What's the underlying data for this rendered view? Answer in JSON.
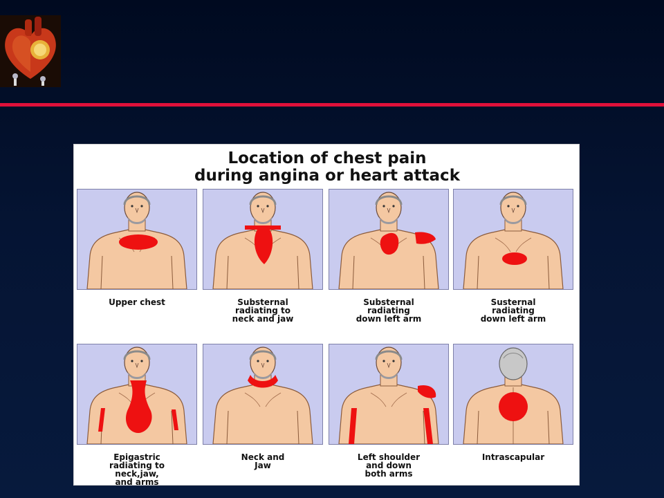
{
  "slide": {
    "background": "#051433",
    "accent_line_color": "#e0103a"
  },
  "logo": {
    "icon": "heart-icon"
  },
  "figure": {
    "title_lines": [
      "Location of chest pain",
      "during angina or heart attack"
    ],
    "pain_color": "#ee1111",
    "skin_color": "#f4c8a2",
    "panels": [
      {
        "view": "front",
        "pain_area": "upper-chest",
        "caption_lines": [
          "Upper chest"
        ]
      },
      {
        "view": "front",
        "pain_area": "substernal-neck-jaw",
        "caption_lines": [
          "Substernal",
          "radiating to",
          "neck and jaw"
        ]
      },
      {
        "view": "front",
        "pain_area": "substernal-left-arm",
        "caption_lines": [
          "Substernal",
          "radiating",
          "down left arm"
        ]
      },
      {
        "view": "front",
        "pain_area": "lower-sternum",
        "caption_lines": [
          "Susternal",
          "radiating",
          "down left arm"
        ]
      },
      {
        "view": "front",
        "pain_area": "epigastric-neck-jaw-arms",
        "caption_lines": [
          "Epigastric",
          "radiating to",
          "neck,jaw,",
          "and arms"
        ]
      },
      {
        "view": "front",
        "pain_area": "neck-jaw",
        "caption_lines": [
          "Neck and",
          "Jaw"
        ]
      },
      {
        "view": "front",
        "pain_area": "left-shoulder-both-arms",
        "caption_lines": [
          "Left shoulder",
          "and down",
          "both arms"
        ]
      },
      {
        "view": "back",
        "pain_area": "intrascapular",
        "caption_lines": [
          "Intrascapular"
        ]
      }
    ]
  }
}
